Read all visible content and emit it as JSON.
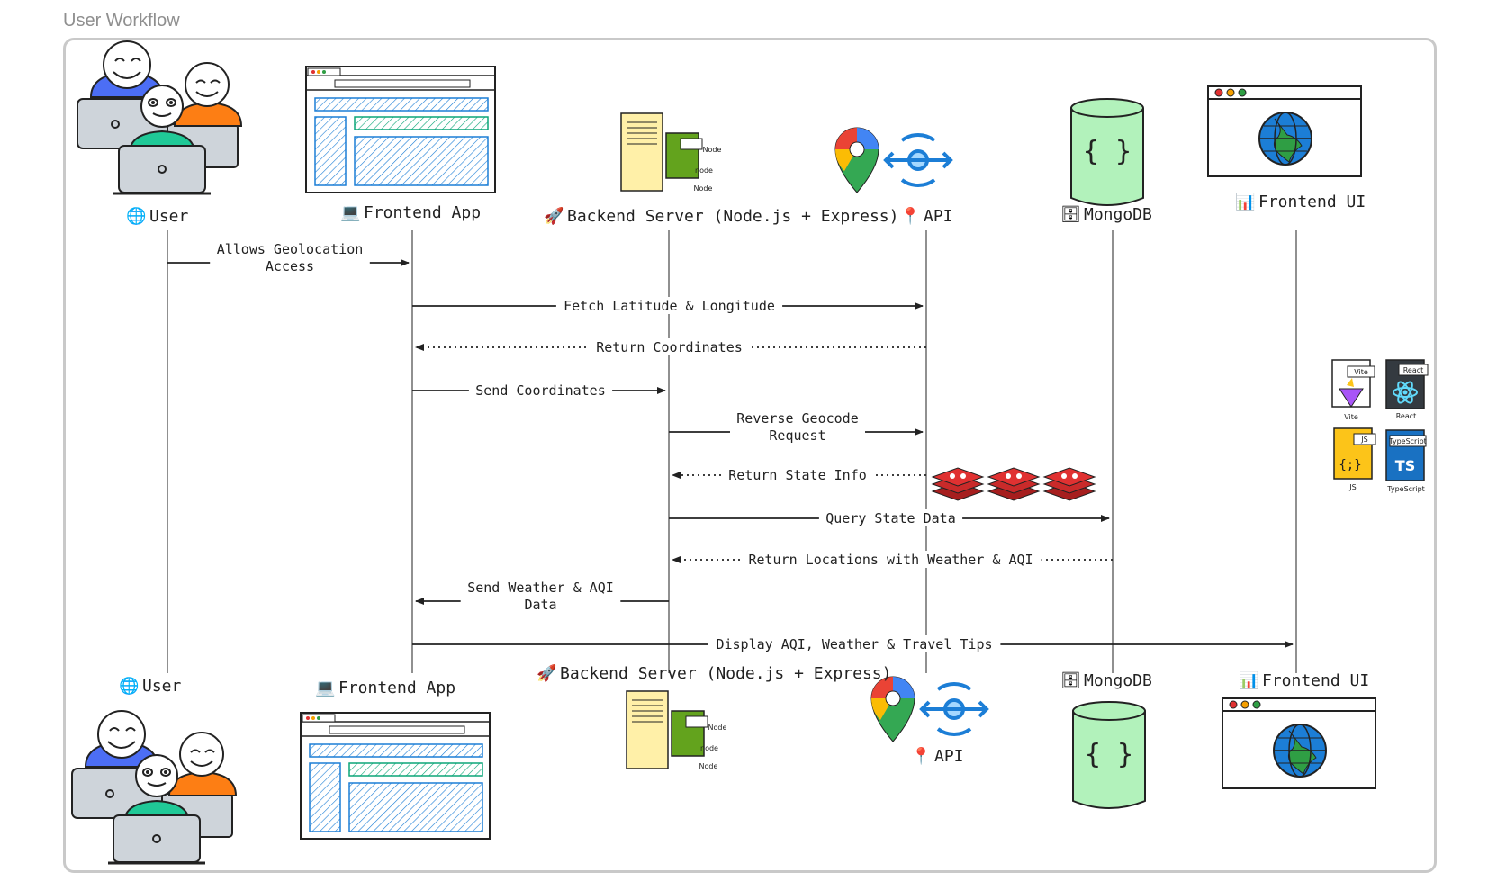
{
  "title": "User Workflow",
  "participants": [
    {
      "id": "user",
      "name": "User",
      "emoji": "🌐"
    },
    {
      "id": "frontend",
      "name": "Frontend App",
      "emoji": "💻"
    },
    {
      "id": "backend",
      "name": "Backend Server (Node.js + Express)",
      "emoji": "🚀"
    },
    {
      "id": "api",
      "name": "API",
      "emoji": "📍"
    },
    {
      "id": "mongodb",
      "name": "MongoDB",
      "emoji": "🗄"
    },
    {
      "id": "frontendui",
      "name": "Frontend UI",
      "emoji": "📊"
    }
  ],
  "messages": [
    {
      "from": "user",
      "to": "frontend",
      "label": [
        "Allows Geolocation",
        "Access"
      ],
      "style": "solid"
    },
    {
      "from": "frontend",
      "to": "api",
      "label": [
        "Fetch Latitude & Longitude"
      ],
      "style": "solid"
    },
    {
      "from": "api",
      "to": "frontend",
      "label": [
        "Return Coordinates"
      ],
      "style": "dotted"
    },
    {
      "from": "frontend",
      "to": "backend",
      "label": [
        "Send Coordinates"
      ],
      "style": "solid"
    },
    {
      "from": "backend",
      "to": "api",
      "label": [
        "Reverse Geocode",
        "Request"
      ],
      "style": "solid"
    },
    {
      "from": "api",
      "to": "backend",
      "label": [
        "Return State Info"
      ],
      "style": "dotted"
    },
    {
      "from": "backend",
      "to": "mongodb",
      "label": [
        "Query State Data"
      ],
      "style": "solid"
    },
    {
      "from": "mongodb",
      "to": "backend",
      "label": [
        "Return Locations with Weather & AQI"
      ],
      "style": "dotted"
    },
    {
      "from": "backend",
      "to": "frontend",
      "label": [
        "Send Weather & AQI",
        "Data"
      ],
      "style": "solid"
    },
    {
      "from": "frontend",
      "to": "frontendui",
      "label": [
        "Display AQI, Weather & Travel Tips"
      ],
      "style": "solid"
    }
  ],
  "tech_stack": [
    {
      "name": "Vite",
      "tag": "Vite"
    },
    {
      "name": "React",
      "tag": "React"
    },
    {
      "name": "JS",
      "tag": "JS"
    },
    {
      "name": "TypeScript",
      "tag": "TypeScript"
    }
  ],
  "icon_text": {
    "node_tag": "Node",
    "node_logo": "node",
    "node_caption": "Node",
    "db_glyph": "{ }",
    "ts_glyph": "TS",
    "js_glyph": "{;}"
  },
  "colors": {
    "frame": "#c9c9c9",
    "db_fill": "#b2f2bb",
    "node_green": "#63a31d",
    "paper_yellow": "#fff0a8",
    "redis_red": "#c92a2a",
    "browser_blue": "#1c7ed6",
    "browser_teal": "#0ca678"
  }
}
